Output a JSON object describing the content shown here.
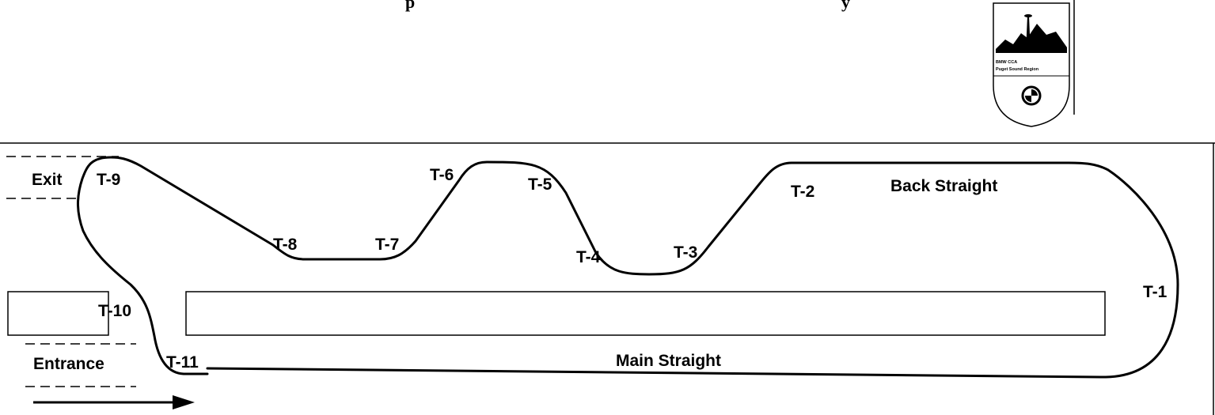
{
  "header": {
    "title_fragment_left": "p",
    "title_fragment_right": "y"
  },
  "logo": {
    "name": "BMW CCA Puget Sound Region emblem",
    "line1": "BMW CCA",
    "line2": "Puget Sound Region"
  },
  "track": {
    "turns": {
      "t1": "T-1",
      "t2": "T-2",
      "t3": "T-3",
      "t4": "T-4",
      "t5": "T-5",
      "t6": "T-6",
      "t7": "T-7",
      "t8": "T-8",
      "t9": "T-9",
      "t10": "T-10",
      "t11": "T-11"
    },
    "labels": {
      "exit": "Exit",
      "entrance": "Entrance",
      "main_straight": "Main Straight",
      "back_straight": "Back Straight"
    }
  },
  "colors": {
    "line": "#000000",
    "background": "#ffffff"
  }
}
